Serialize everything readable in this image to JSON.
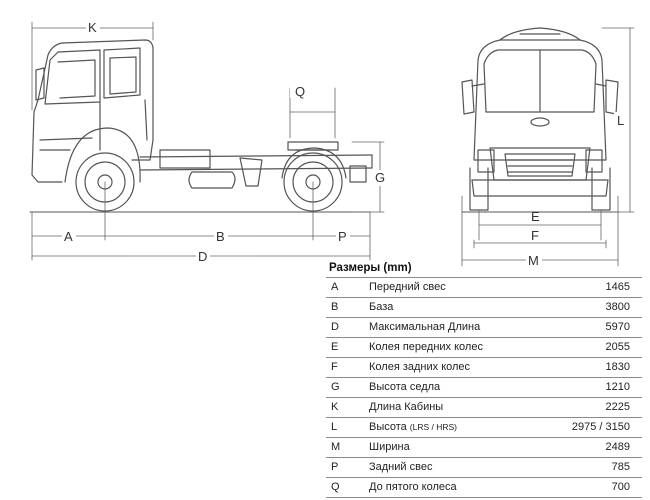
{
  "dim_labels": {
    "A": "A",
    "B": "B",
    "D": "D",
    "G": "G",
    "K": "K",
    "Q": "Q",
    "P": "P",
    "L": "L",
    "E": "E",
    "F": "F",
    "M": "M"
  },
  "table": {
    "title": "Размеры (mm)",
    "rows": [
      {
        "code": "A",
        "name": "Передний свес",
        "value": "1465"
      },
      {
        "code": "B",
        "name": "База",
        "value": "3800"
      },
      {
        "code": "D",
        "name": "Максимальная Длина",
        "value": "5970"
      },
      {
        "code": "E",
        "name": "Колея передних колес",
        "value": "2055"
      },
      {
        "code": "F",
        "name": "Колея задних колес",
        "value": "1830"
      },
      {
        "code": "G",
        "name": "Высота седла",
        "value": "1210"
      },
      {
        "code": "K",
        "name": "Длина Кабины",
        "value": "2225"
      },
      {
        "code": "L",
        "name": "Высота",
        "name_note": "(LRS / HRS)",
        "value": "2975 / 3150"
      },
      {
        "code": "M",
        "name": "Ширина",
        "value": "2489"
      },
      {
        "code": "P",
        "name": "Задний свес",
        "value": "785"
      },
      {
        "code": "Q",
        "name": "До пятого колеса",
        "value": "700"
      }
    ]
  }
}
